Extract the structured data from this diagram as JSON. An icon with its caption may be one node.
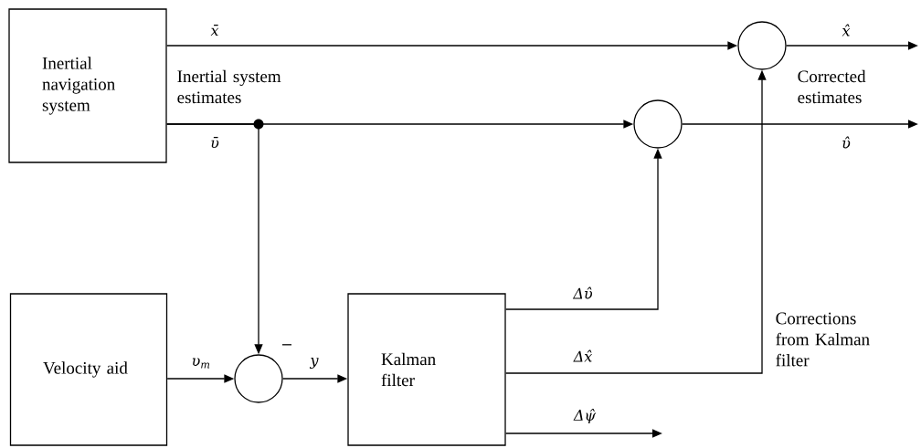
{
  "diagram": {
    "nodes": [
      {
        "text": [
          "Inertial navigation system"
        ]
      },
      {
        "text": [
          "Velocity aid"
        ]
      },
      {
        "text": [
          "Kalman filter"
        ]
      },
      {
        "text": [],
        "shape": "circle"
      },
      {
        "text": [],
        "shape": "circle"
      },
      {
        "text": [],
        "shape": "circle"
      }
    ],
    "edges": [
      {
        "from": 0,
        "to": 3,
        "arrow": "to",
        "label": "x̄"
      },
      {
        "from": 0,
        "to": 4,
        "arrow": "to",
        "label": "ῡ"
      },
      {
        "from": 0,
        "to": 5,
        "arrow": "to",
        "label": "−"
      },
      {
        "from": 1,
        "to": 5,
        "arrow": "to",
        "label": "υ$_{m}$"
      },
      {
        "from": 5,
        "to": 2,
        "arrow": "to",
        "label": "y"
      },
      {
        "from": 2,
        "to": 4,
        "arrow": "to",
        "label": "Δυ̂"
      },
      {
        "from": 2,
        "to": 3,
        "arrow": "to",
        "label": "Δx̂"
      },
      {
        "from": 2,
        "to": null,
        "arrow": "to",
        "label": "Δψ̂"
      },
      {
        "from": 3,
        "to": null,
        "arrow": "to",
        "label": "x̂"
      },
      {
        "from": 4,
        "to": null,
        "arrow": "to",
        "label": "υ̂"
      }
    ],
    "labels": [
      "Inertial system estimates",
      "Corrected estimates",
      "Corrections from Kalman filter"
    ]
  }
}
